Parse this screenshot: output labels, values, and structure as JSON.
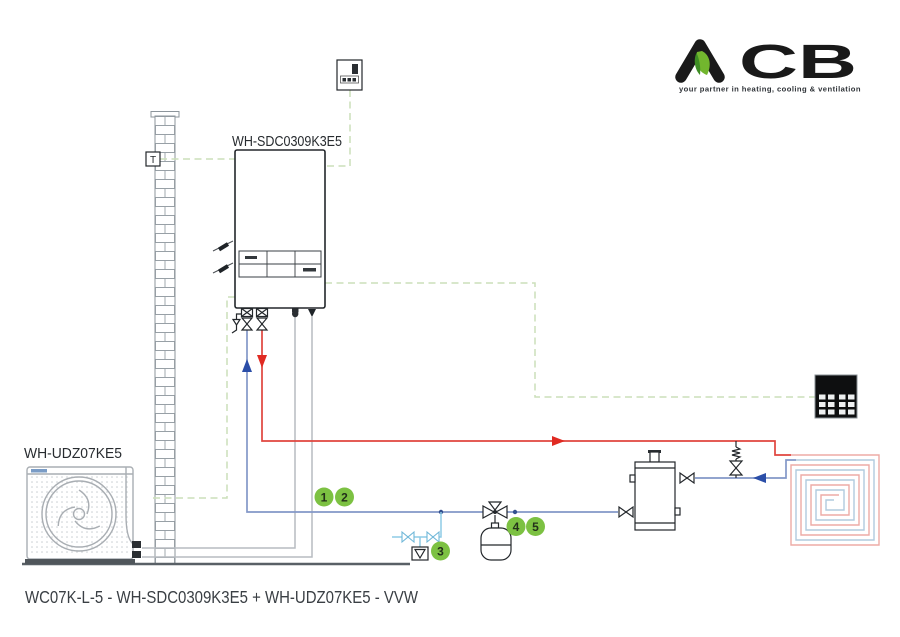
{
  "logo": {
    "brand": "ACB",
    "brand_tail": "CB",
    "tagline": "your partner in heating, cooling & ventilation"
  },
  "units": {
    "indoor": "WH-SDC0309K3E5",
    "outdoor": "WH-UDZ07KE5"
  },
  "sensor": {
    "label": "T"
  },
  "caption": "WC07K-L-5 - WH-SDC0309K3E5 + WH-UDZ07KE5 - VVW",
  "callouts": [
    {
      "label": "1"
    },
    {
      "label": "2"
    },
    {
      "label": "3"
    },
    {
      "label": "4"
    },
    {
      "label": "5"
    }
  ],
  "colors": {
    "accent-green": "#7cc142",
    "pipe-red": "#e0453e",
    "pipe-blue": "#8398c8",
    "pipe-lightblue": "#8ecbe6",
    "wire-green": "#ccdfba",
    "arrow-blue": "#2b4ea8",
    "arrow-red": "#e02a22",
    "pipe-gray": "#b7bcc1",
    "dark": "#23272b"
  }
}
